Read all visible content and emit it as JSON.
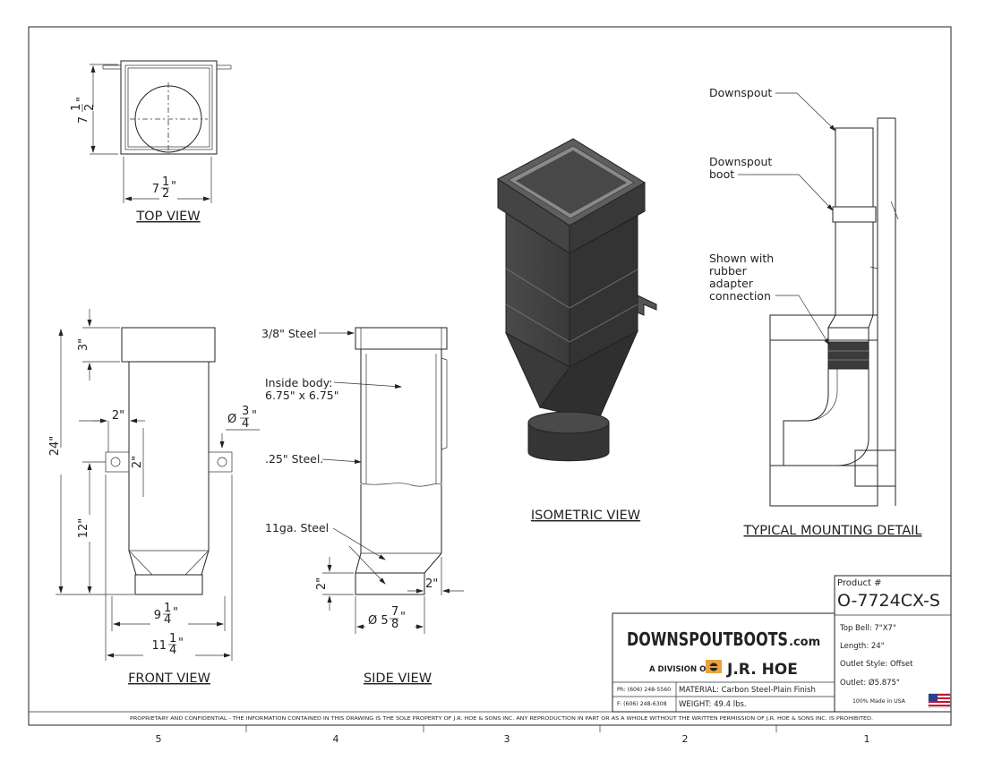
{
  "views": {
    "top_view": "TOP VIEW",
    "front_view": "FRONT VIEW",
    "side_view": "SIDE VIEW",
    "isometric_view": "ISOMETRIC VIEW",
    "mounting_detail": "TYPICAL MOUNTING DETAIL"
  },
  "dimensions": {
    "top_height_whole": "7",
    "top_height_num": "1",
    "top_height_den": "2",
    "top_height_unit": "\"",
    "top_width_whole": "7",
    "top_width_num": "1",
    "top_width_den": "2",
    "top_width_unit": "\"",
    "front_bell": "3\"",
    "front_total": "24\"",
    "front_slot_offset": "2\"",
    "front_slot_length": "2\"",
    "front_lower": "12\"",
    "front_hole_prefix": "Ø",
    "front_hole_num": "3",
    "front_hole_den": "4",
    "front_hole_unit": "\"",
    "front_inner_whole": "9",
    "front_inner_num": "1",
    "front_inner_den": "4",
    "front_inner_unit": "\"",
    "front_outer_whole": "11",
    "front_outer_num": "1",
    "front_outer_den": "4",
    "front_outer_unit": "\"",
    "side_outlet_height": "2\"",
    "side_offset": "2\"",
    "side_outlet_prefix": "Ø 5",
    "side_outlet_num": "7",
    "side_outlet_den": "8",
    "side_outlet_unit": "\""
  },
  "side_labels": {
    "bell_steel": "3/8\" Steel",
    "inside_body_1": "Inside body:",
    "inside_body_2": "6.75\" x 6.75\"",
    "body_steel": ".25\" Steel.",
    "bottom_steel": "11ga. Steel"
  },
  "mounting_labels": {
    "downspout": "Downspout",
    "boot_1": "Downspout",
    "boot_2": "boot",
    "adapter_1": "Shown with",
    "adapter_2": "rubber",
    "adapter_3": "adapter",
    "adapter_4": "connection"
  },
  "title_block": {
    "product_label": "Product #",
    "product_number": "O-7724CX-S",
    "brand_main": "DOWNSPOUTBOOTS",
    "brand_suffix": ".com",
    "division_prefix": "A DIVISION OF",
    "division_name": "J.R. HOE",
    "phone": "Ph: (606) 248-5560",
    "fax": "F: (606) 248-6308",
    "material": "MATERIAL: Carbon Steel-Plain Finish",
    "weight": "WEIGHT: 49.4 lbs.",
    "top_bell": "Top Bell: 7\"X7\"",
    "length": "Length: 24\"",
    "outlet_style": "Outlet Style: Offset",
    "outlet": "Outlet: Ø5.875\"",
    "made_in": "100% Made in USA"
  },
  "proprietary_notice": "PROPRIETARY AND CONFIDENTIAL  -  THE INFORMATION CONTAINED IN THIS DRAWING IS THE SOLE PROPERTY OF J.R. HOE & SONS INC.  ANY REPRODUCTION IN PART OR AS A WHOLE WITHOUT THE WRITTEN PERMISSION OF J.R. HOE & SONS INC. IS PROHIBITED.",
  "zones": [
    "5",
    "4",
    "3",
    "2",
    "1"
  ],
  "colors": {
    "steel_dark": "#3f3f3f",
    "steel_mid": "#565656",
    "steel_light": "#6e6e6e",
    "brand_orange": "#e8a33c",
    "flag_red": "#c8102e",
    "flag_blue": "#2a3f8f"
  }
}
